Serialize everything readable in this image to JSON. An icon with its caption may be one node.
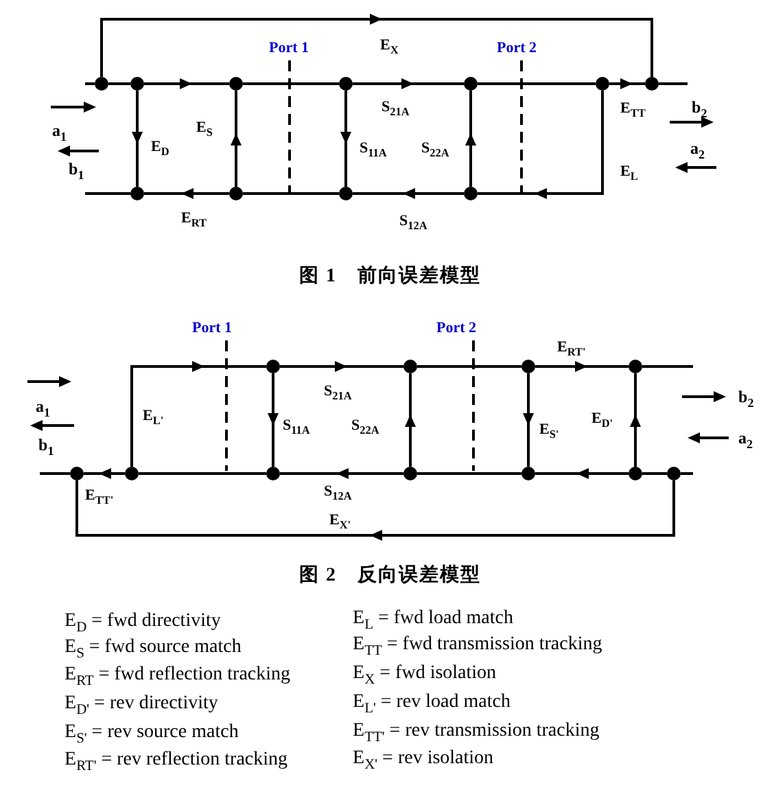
{
  "diagram": {
    "nodes": [
      {
        "text": [],
        "shape": "circle"
      },
      {
        "text": [],
        "shape": "circle"
      },
      {
        "text": [],
        "shape": "circle"
      },
      {
        "text": [],
        "shape": "circle"
      },
      {
        "text": [],
        "shape": "circle"
      },
      {
        "text": [],
        "shape": "circle"
      },
      {
        "text": [],
        "shape": "circle"
      },
      {
        "text": [],
        "shape": "circle"
      },
      {
        "text": [],
        "shape": "circle"
      },
      {
        "text": [],
        "shape": "circle"
      },
      {
        "text": [],
        "shape": "circle"
      },
      {
        "text": [],
        "shape": "circle"
      },
      {
        "text": [],
        "shape": "circle"
      },
      {
        "text": [],
        "shape": "circle"
      },
      {
        "text": [],
        "shape": "circle"
      },
      {
        "text": [],
        "shape": "circle"
      },
      {
        "text": [],
        "shape": "circle"
      },
      {
        "text": [],
        "shape": "circle"
      },
      {
        "text": [],
        "shape": "circle"
      },
      {
        "text": [],
        "shape": "circle"
      },
      {
        "text": [],
        "shape": "circle"
      },
      {
        "text": [],
        "shape": "circle"
      }
    ],
    "edges": [
      {
        "from": 0,
        "to": 1,
        "arrow": "none"
      },
      {
        "from": 1,
        "to": 2,
        "arrow": "to"
      },
      {
        "from": 2,
        "to": 3,
        "arrow": "none"
      },
      {
        "from": 3,
        "to": 4,
        "arrow": "to",
        "label": "S$_{21A}$"
      },
      {
        "from": 4,
        "to": 5,
        "arrow": "none"
      },
      {
        "from": 5,
        "to": 6,
        "arrow": "to",
        "label": "E$_{TT}$"
      },
      {
        "from": 0,
        "to": 6,
        "arrow": "to",
        "label": "E$_{X}$"
      },
      {
        "from": 1,
        "to": 7,
        "arrow": "to",
        "label": "E$_{D}$"
      },
      {
        "from": 8,
        "to": 2,
        "arrow": "to",
        "label": "E$_{S}$"
      },
      {
        "from": 3,
        "to": 9,
        "arrow": "to",
        "label": "S$_{11A}$"
      },
      {
        "from": 10,
        "to": 4,
        "arrow": "to",
        "label": "S$_{22A}$"
      },
      {
        "from": 5,
        "to": 10,
        "arrow": "to",
        "label": "E$_{L}$"
      },
      {
        "from": 8,
        "to": 7,
        "arrow": "to",
        "label": "E$_{RT}$"
      },
      {
        "from": 10,
        "to": 9,
        "arrow": "to",
        "label": "S$_{12A}$"
      },
      {
        "from": 9,
        "to": 8,
        "arrow": "none"
      },
      {
        "from": 16,
        "to": 11,
        "arrow": "to",
        "label": "E$_{L'}$"
      },
      {
        "from": 16,
        "to": 15,
        "arrow": "to",
        "label": "E$_{TT'}$"
      },
      {
        "from": 17,
        "to": 16,
        "arrow": "none"
      },
      {
        "from": 11,
        "to": 12,
        "arrow": "to",
        "label": "S$_{21A}$"
      },
      {
        "from": 11,
        "to": 17,
        "arrow": "to",
        "label": "S$_{11A}$"
      },
      {
        "from": 18,
        "to": 12,
        "arrow": "to",
        "label": "S$_{22A}$"
      },
      {
        "from": 18,
        "to": 17,
        "arrow": "to",
        "label": "S$_{12A}$"
      },
      {
        "from": 12,
        "to": 13,
        "arrow": "none"
      },
      {
        "from": 13,
        "to": 14,
        "arrow": "to",
        "label": "E$_{RT'}$"
      },
      {
        "from": 13,
        "to": 19,
        "arrow": "to",
        "label": "E$_{S'}$"
      },
      {
        "from": 20,
        "to": 14,
        "arrow": "to",
        "label": "E$_{D'}$"
      },
      {
        "from": 20,
        "to": 19,
        "arrow": "to"
      },
      {
        "from": 19,
        "to": 18,
        "arrow": "none"
      },
      {
        "from": 21,
        "to": 20,
        "arrow": "none"
      },
      {
        "from": 21,
        "to": 15,
        "arrow": "to",
        "label": "E$_{X'}$"
      },
      {
        "from": null,
        "to": 0,
        "arrow": "none"
      },
      {
        "from": 6,
        "to": null,
        "arrow": "none"
      },
      {
        "from": null,
        "to": 7,
        "arrow": "none"
      },
      {
        "from": 14,
        "to": null,
        "arrow": "none"
      },
      {
        "from": null,
        "to": 15,
        "arrow": "none"
      },
      {
        "from": 21,
        "to": null,
        "arrow": "none"
      }
    ],
    "labels": [
      "Port 1",
      "Port 2",
      "a$_{1}$",
      "b$_{1}$",
      "b$_{2}$",
      "a$_{2}$",
      "图 1　前向误差模型",
      "Port 1",
      "Port 2",
      "a$_{1}$",
      "b$_{2}$",
      "b$_{1}$",
      "a$_{2}$",
      "图 2　反向误差模型",
      "E$_{D}$ = fwd directivity",
      "E$_{L}$ = fwd load match",
      "E$_{S}$ = fwd source match",
      "E$_{TT}$ = fwd transmission tracking",
      "E$_{RT}$ = fwd reflection tracking",
      "E$_{X}$ = fwd isolation",
      "E$_{D'}$ = rev directivity",
      "E$_{L'}$ = rev load match",
      "E$_{S'}$ = rev source match",
      "E$_{TT'}$ = rev transmission tracking",
      "E$_{RT'}$ = rev reflection tracking",
      "E$_{X'}$ = rev isolation"
    ]
  }
}
